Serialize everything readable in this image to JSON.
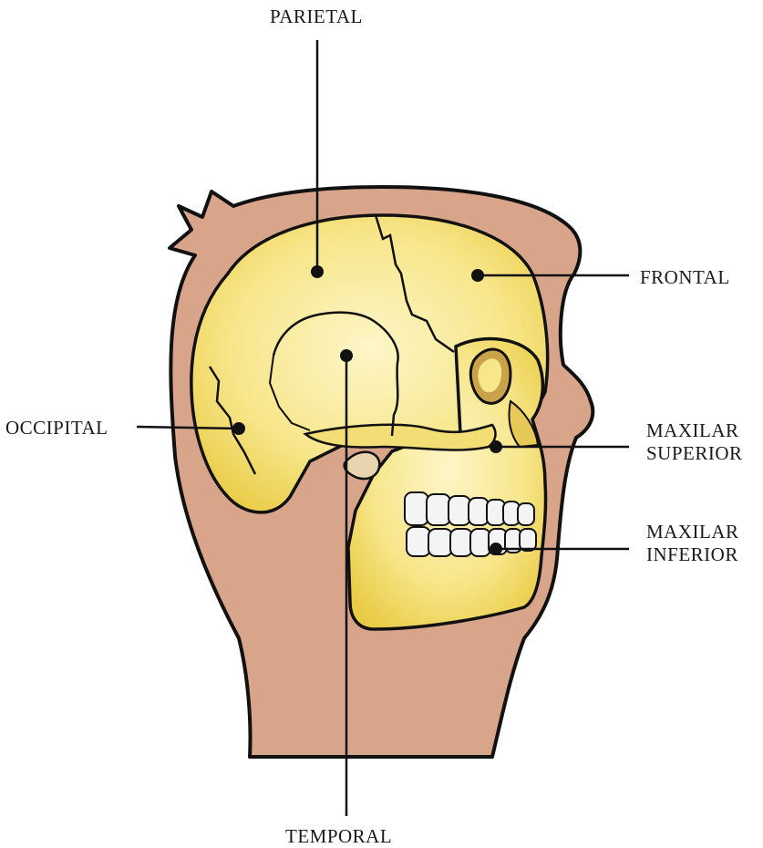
{
  "labels": {
    "parietal": "PARIETAL",
    "frontal": "FRONTAL",
    "occipital": "OCCIPITAL",
    "maxilar_superior": [
      "MAXILAR",
      "SUPERIOR"
    ],
    "maxilar_inferior": [
      "MAXILAR",
      "INFERIOR"
    ],
    "temporal": "TEMPORAL"
  },
  "colors": {
    "skin": "#d9a58a",
    "outline": "#111111",
    "bone": "#f5e27a",
    "bone_light": "#fbf3c2",
    "teeth": "#f4f4f4",
    "leader": "#111111"
  }
}
